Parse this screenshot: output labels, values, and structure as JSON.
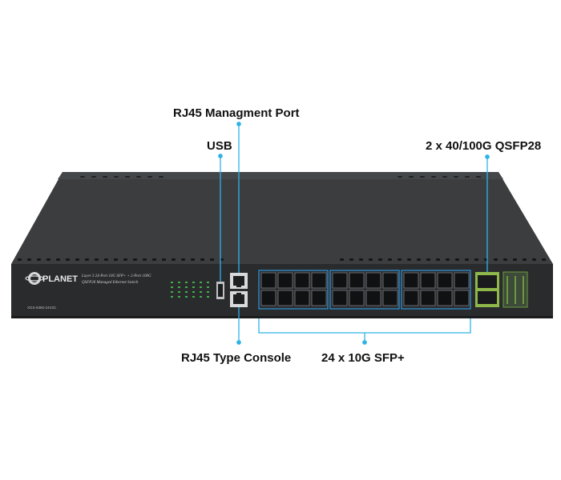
{
  "callouts": {
    "rj45_mgmt": "RJ45 Managment Port",
    "usb": "USB",
    "qsfp": "2 x 40/100G QSFP28",
    "rj45_console": "RJ45 Type Console",
    "sfp": "24 x 10G SFP+"
  },
  "device": {
    "brand": "PLANET",
    "desc_line1": "Layer 3 24-Port 10G SFP+ + 2-Port 100G",
    "desc_line2": "QSFP28 Managed Ethernet Switch",
    "model": "XGS-6350-24X2C"
  },
  "colors": {
    "callout_line": "#2fb3e6",
    "chassis": "#3a3c3e",
    "panel": "#2b2c2e",
    "port_frame": "#2d8fd0"
  }
}
